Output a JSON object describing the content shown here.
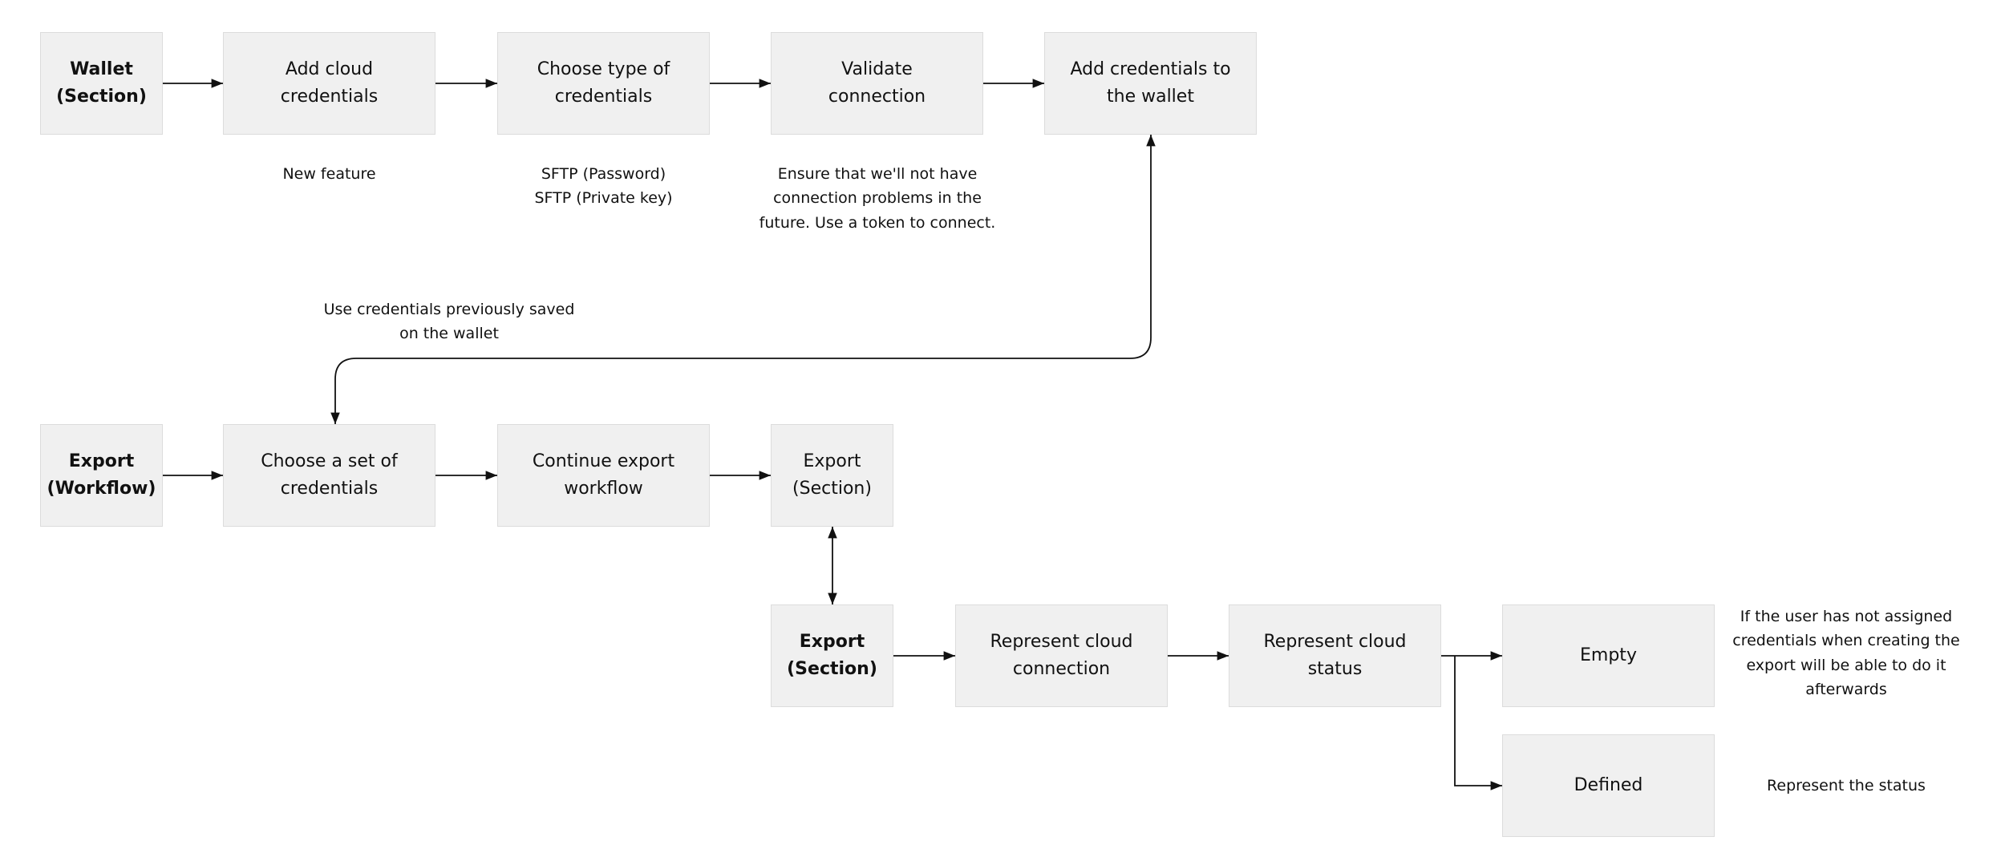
{
  "nodes": {
    "wallet_section": "Wallet\n(Section)",
    "add_cloud_credentials": "Add cloud credentials",
    "choose_type": "Choose type of\ncredentials",
    "validate_connection": "Validate\nconnection",
    "add_to_wallet": "Add credentials to\nthe wallet",
    "export_workflow": "Export\n(Workflow)",
    "choose_set": "Choose a set of\ncredentials",
    "continue_export": "Continue export\nworkflow",
    "export_section_light": "Export\n(Section)",
    "export_section_bold": "Export\n(Section)",
    "represent_connection": "Represent cloud\nconnection",
    "represent_status": "Represent cloud\nstatus",
    "empty": "Empty",
    "defined": "Defined"
  },
  "notes": {
    "new_feature": "New feature",
    "sftp": "SFTP (Password)\nSFTP (Private key)",
    "validate": "Ensure that we'll not have\nconnection problems in the\nfuture. Use a token to connect.",
    "use_saved": "Use credentials previously saved\non the wallet",
    "empty_note": "If the user has not assigned\ncredentials when creating the\nexport will be able to do it\nafterwards",
    "defined_note": "Represent the status"
  },
  "colors": {
    "box_fill": "#f0f0f0",
    "box_border": "#dcdcdc",
    "line": "#111111"
  }
}
